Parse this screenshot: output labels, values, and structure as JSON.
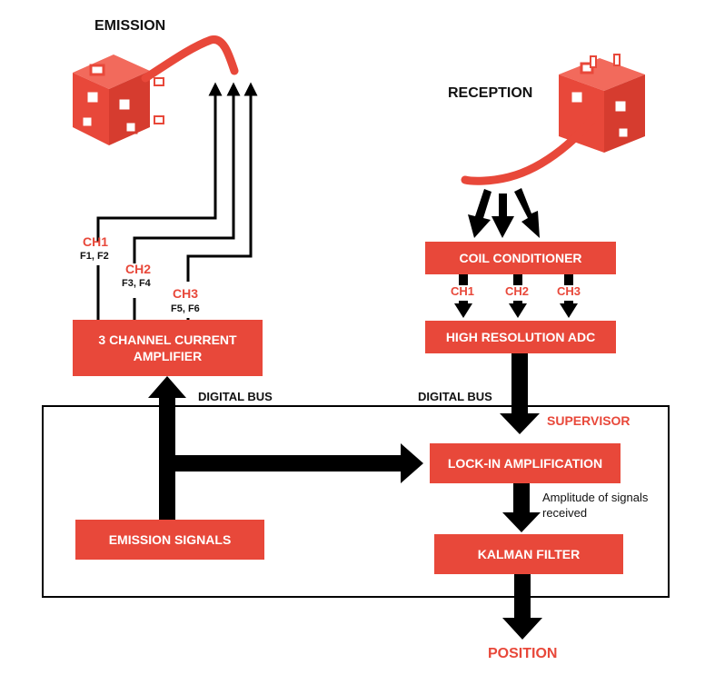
{
  "titles": {
    "emission": "EMISSION",
    "reception": "RECEPTION"
  },
  "channels_emission": [
    {
      "name": "CH1",
      "freqs": "F1, F2"
    },
    {
      "name": "CH2",
      "freqs": "F3, F4"
    },
    {
      "name": "CH3",
      "freqs": "F5, F6"
    }
  ],
  "channels_reception": [
    "CH1",
    "CH2",
    "CH3"
  ],
  "boxes": {
    "amplifier": "3 CHANNEL CURRENT AMPLIFIER",
    "coil_conditioner": "COIL CONDITIONER",
    "adc": "HIGH RESOLUTION ADC",
    "lockin": "LOCK-IN AMPLIFICATION",
    "emission_signals": "EMISSION SIGNALS",
    "kalman": "KALMAN FILTER"
  },
  "labels": {
    "digital_bus_left": "DIGITAL BUS",
    "digital_bus_right": "DIGITAL BUS",
    "supervisor": "SUPERVISOR",
    "amplitude_note": "Amplitude of signals received",
    "position": "POSITION"
  },
  "colors": {
    "accent": "#e8483a",
    "line": "#000000",
    "background": "#ffffff"
  }
}
